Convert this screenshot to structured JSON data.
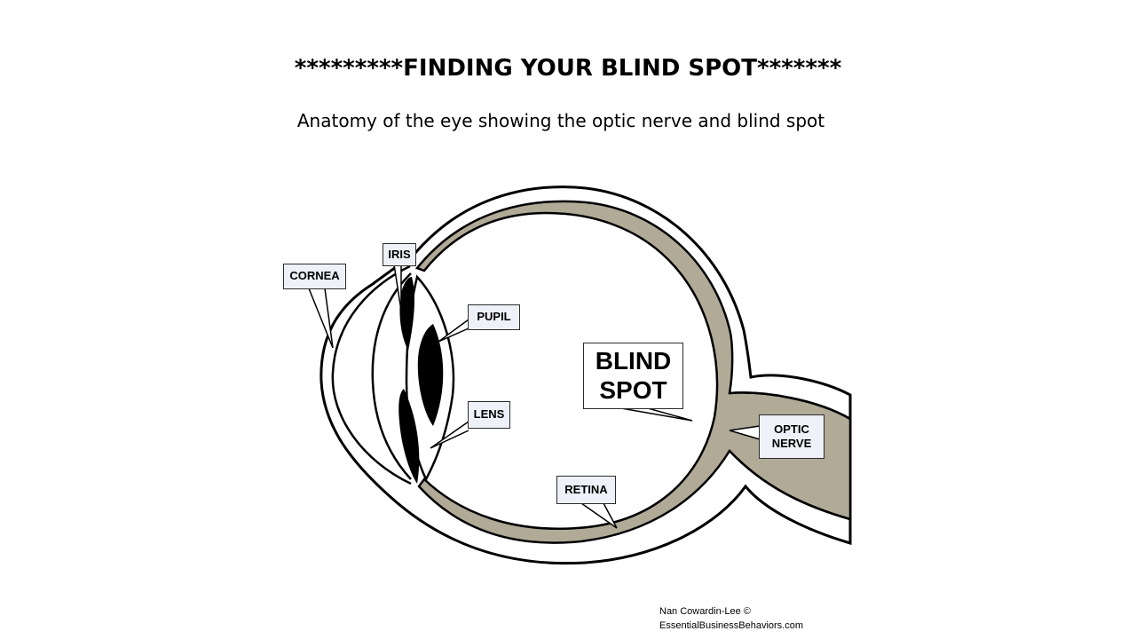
{
  "title": "*********FINDING YOUR BLIND SPOT*******",
  "subtitle": "Anatomy of the eye showing the optic nerve and blind spot",
  "labels": {
    "cornea": "CORNEA",
    "iris": "IRIS",
    "pupil": "PUPIL",
    "lens": "LENS",
    "blind_spot": "BLIND\nSPOT",
    "optic_nerve": "OPTIC\nNERVE",
    "retina": "RETINA"
  },
  "credit": {
    "author": "Nan Cowardin-Lee ©",
    "site": "EssentialBusinessBehaviors.com"
  },
  "colors": {
    "retina_fill": "#b0aa97",
    "label_fill": "#eef1f7",
    "outline": "#000000"
  }
}
